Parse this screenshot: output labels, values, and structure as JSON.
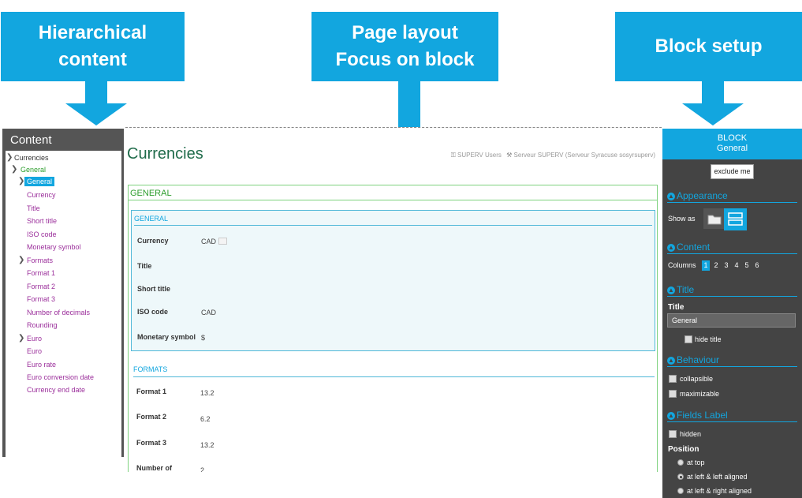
{
  "callouts": {
    "left": "Hierarchical\ncontent",
    "middle": "Page layout\nFocus on block",
    "right": "Block setup"
  },
  "tree": {
    "header": "Content",
    "items": [
      {
        "label": "Currencies"
      },
      {
        "label": "General"
      },
      {
        "label": "General"
      },
      {
        "label": "Currency"
      },
      {
        "label": "Title"
      },
      {
        "label": "Short title"
      },
      {
        "label": "ISO code"
      },
      {
        "label": "Monetary symbol"
      },
      {
        "label": "Formats"
      },
      {
        "label": "Format 1"
      },
      {
        "label": "Format 2"
      },
      {
        "label": "Format 3"
      },
      {
        "label": "Number of decimals"
      },
      {
        "label": "Rounding"
      },
      {
        "label": "Euro"
      },
      {
        "label": "Euro"
      },
      {
        "label": "Euro rate"
      },
      {
        "label": "Euro conversion date"
      },
      {
        "label": "Currency end date"
      }
    ]
  },
  "main": {
    "title": "Currencies",
    "users": "SUPERV Users",
    "server": "Serveur SUPERV (Serveur Syracuse sosyrsuperv)",
    "section_title": "GENERAL",
    "focus_block": {
      "title": "GENERAL",
      "fields": [
        {
          "label": "Currency",
          "value": "CAD"
        },
        {
          "label": "Title",
          "value": ""
        },
        {
          "label": "Short title",
          "value": ""
        },
        {
          "label": "ISO code",
          "value": "CAD"
        },
        {
          "label": "Monetary symbol",
          "value": "$"
        }
      ]
    },
    "formats": {
      "title": "FORMATS",
      "fields": [
        {
          "label": "Format 1",
          "value": "13.2"
        },
        {
          "label": "Format 2",
          "value": "6.2"
        },
        {
          "label": "Format 3",
          "value": "13.2"
        },
        {
          "label": "Number of",
          "value": "2"
        }
      ]
    }
  },
  "panel": {
    "header": "BLOCK",
    "subheader": "General",
    "exclude_label": "exclude me",
    "appearance": {
      "heading": "Appearance",
      "show_as": "Show as"
    },
    "content": {
      "heading": "Content",
      "columns_label": "Columns",
      "columns": [
        "1",
        "2",
        "3",
        "4",
        "5",
        "6"
      ],
      "selected_column": "1"
    },
    "title_section": {
      "heading": "Title",
      "title_label": "Title",
      "title_value": "General",
      "hide_title": "hide title"
    },
    "behaviour": {
      "heading": "Behaviour",
      "collapsible": "collapsible",
      "maximizable": "maximizable"
    },
    "fields_label": {
      "heading": "Fields Label",
      "hidden": "hidden",
      "position_label": "Position",
      "positions": [
        "at top",
        "at left & left aligned",
        "at left & right aligned"
      ]
    }
  },
  "colors": {
    "accent": "#12a6df",
    "green": "#2e9e2e",
    "tree_purple": "#9b2f9b",
    "dark_panel": "#444444"
  },
  "icons": [
    "arrow-down-icon",
    "chevron-right-icon",
    "key-icon",
    "wrench-icon",
    "folder-icon",
    "list-icon",
    "collapse-circle-icon"
  ]
}
